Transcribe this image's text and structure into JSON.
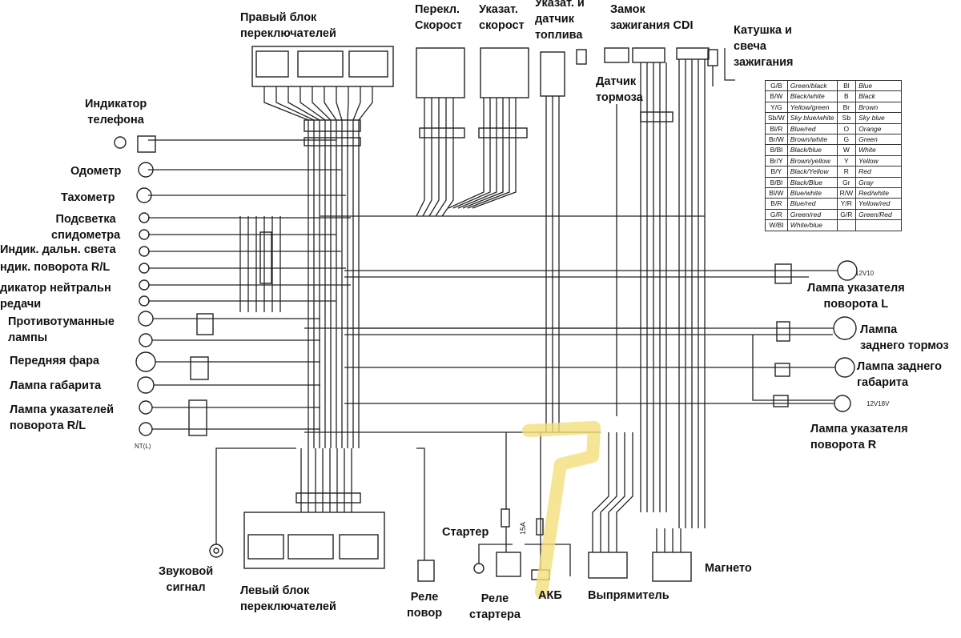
{
  "labels": {
    "right_switch_block": [
      "Правый блок",
      "переключателей"
    ],
    "gear_switch": [
      "Перекл.",
      "Скорост"
    ],
    "gear_indicator": [
      "Указат.",
      "скорост"
    ],
    "fuel_gauge": [
      "Указат. и",
      "датчик",
      "топлива"
    ],
    "brake_sensor": [
      "Датчик",
      "тормоза"
    ],
    "ignition_lock": [
      "Замок",
      "зажигания CDI"
    ],
    "ignition_coil": [
      "Катушка и",
      "свеча",
      "зажигания"
    ],
    "phone_indicator": [
      "Индикатор",
      "телефона"
    ],
    "odometer": "Одометр",
    "tachometer": "Тахометр",
    "speedo_backlight": [
      "Подсветка",
      "спидометра"
    ],
    "high_beam_indicator": "Индик. дальн. света",
    "turn_indicator": "ндик. поворота R/L",
    "neutral_indicator": [
      "дикатор нейтральн",
      "редачи"
    ],
    "fog_lamps": [
      "Противотуманные",
      "лампы"
    ],
    "headlight": "Передняя фара",
    "position_lamp": "Лампа габарита",
    "front_turn_lamps": [
      "Лампа указателей",
      "поворота R/L"
    ],
    "left_turn_lamp": [
      "Лампа указателя",
      "поворота  L"
    ],
    "rear_brake_lamp": [
      "Лампа",
      "заднего тормоз"
    ],
    "rear_position_lamp": [
      "Лампа заднего",
      "габарита"
    ],
    "right_turn_lamp": [
      "Лампа указателя",
      "поворота R"
    ],
    "horn": [
      "Звуковой",
      "сигнал"
    ],
    "left_switch_block": [
      "Левый блок",
      "переключателей"
    ],
    "turn_relay": [
      "Реле",
      "повор"
    ],
    "starter": "Стартер",
    "starter_relay": [
      "Реле",
      "стартера"
    ],
    "battery": "АКБ",
    "rectifier": "Выпрямитель",
    "magneto": "Магнето"
  },
  "component_marks": {
    "lamp_12v10": "12V10",
    "lamp_12v18": "12V18V",
    "fuse": "15A",
    "front_turn_note": "NT(L)"
  },
  "wire_color_legend": [
    [
      "G/B",
      "Green/black",
      "Bl",
      "Blue"
    ],
    [
      "B/W",
      "Black/white",
      "B",
      "Black"
    ],
    [
      "Y/G",
      "Yellow/green",
      "Br",
      "Brown"
    ],
    [
      "Sb/W",
      "Sky blue/white",
      "Sb",
      "Sky blue"
    ],
    [
      "Bl/R",
      "Blue/red",
      "O",
      "Orange"
    ],
    [
      "Br/W",
      "Brown/white",
      "G",
      "Green"
    ],
    [
      "B/Bl",
      "Black/blue",
      "W",
      "White"
    ],
    [
      "Br/Y",
      "Brown/yellow",
      "Y",
      "Yellow"
    ],
    [
      "B/Y",
      "Black/Yellow",
      "R",
      "Red"
    ],
    [
      "B/Bl",
      "Black/Blue",
      "Gr",
      "Gray"
    ],
    [
      "Bl/W",
      "Blue/white",
      "R/W",
      "Red/white"
    ],
    [
      "B/R",
      "Blue/red",
      "Y/R",
      "Yellow/red"
    ],
    [
      "G/R",
      "Green/red",
      "G/R",
      "Green/Red"
    ],
    [
      "W/Bl",
      "White/blue",
      "",
      ""
    ]
  ],
  "colors": {
    "ink": "#111111",
    "highlight": "#f2df7a"
  }
}
